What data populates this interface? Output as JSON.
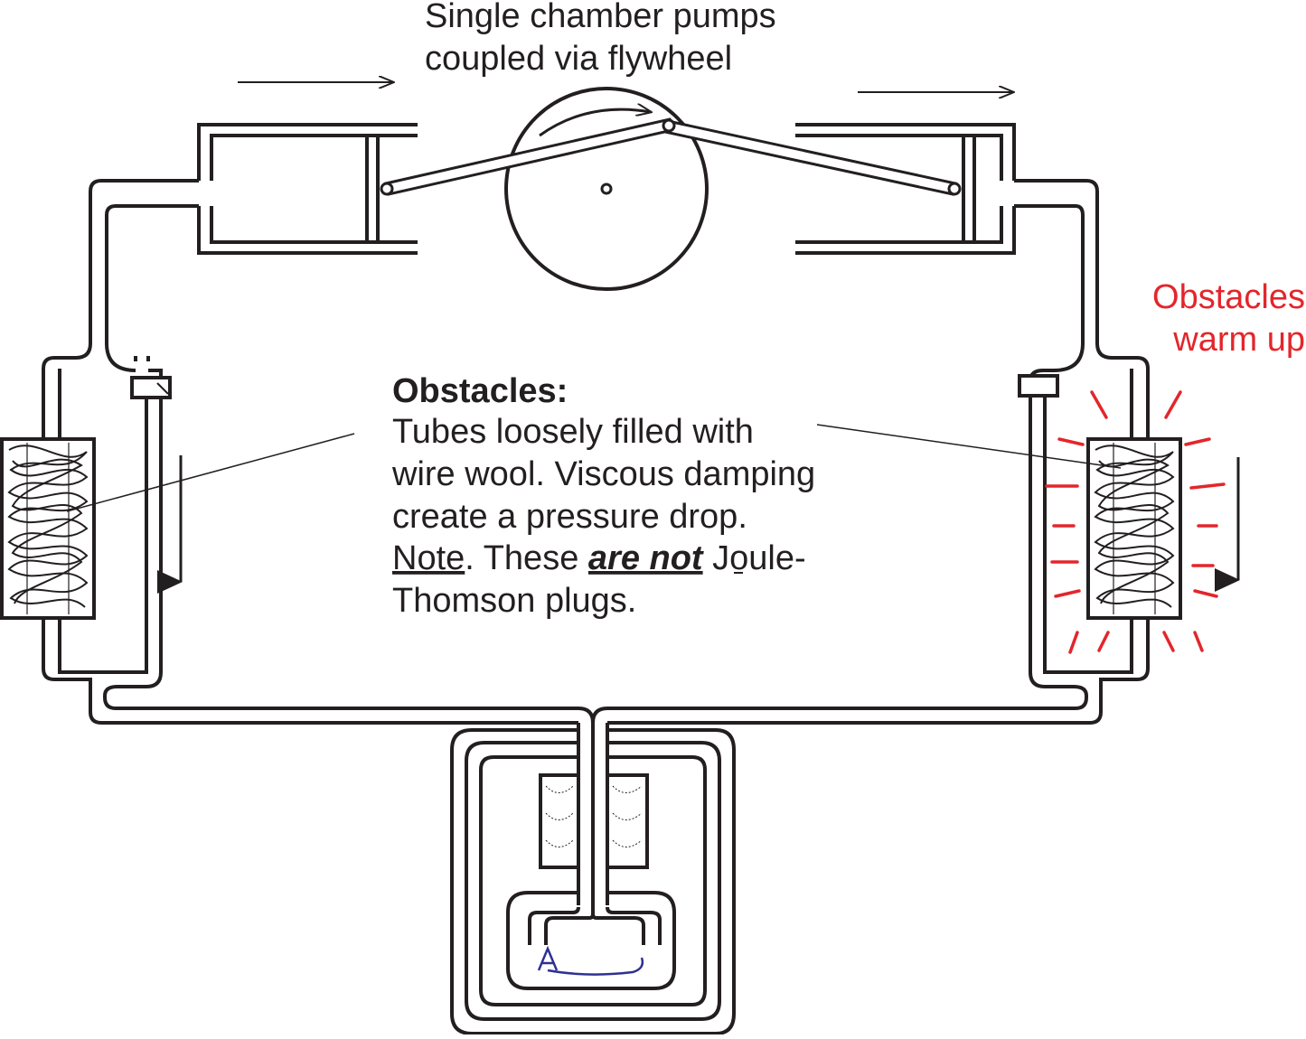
{
  "title_line1": "Single chamber pumps",
  "title_line2": "coupled via flywheel",
  "obstacles_heading": "Obstacles:",
  "body_line1": "Tubes loosely filled with",
  "body_line2": "wire wool. Viscous damping",
  "body_line3": "create a pressure drop.",
  "note_label": "Note",
  "note_mid": ". These ",
  "note_emph": "are not",
  "note_tail": " Joule-",
  "note_line2": "Thomson plugs.",
  "warm_line1": "Obstacles",
  "warm_line2": "warm up",
  "colors": {
    "ink": "#231f20",
    "warm_accent": "#e3262b",
    "cold_arrow": "#2e3192"
  }
}
